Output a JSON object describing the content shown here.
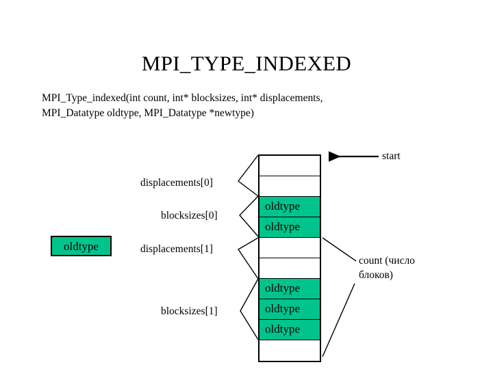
{
  "slide": {
    "title": "MPI_TYPE_INDEXED",
    "signature": [
      "MPI_Type_indexed(int count, int* blocksizes, int* displacements,",
      "MPI_Datatype oldtype, MPI_Datatype *newtype)"
    ]
  },
  "legend": {
    "oldtype_label": "oldtype"
  },
  "labels": {
    "displacements0": "displacements[0]",
    "blocksizes0": "blocksizes[0]",
    "displacements1": "displacements[1]",
    "blocksizes1": "blocksizes[1]",
    "start": "start",
    "count": "count (число блоков)"
  },
  "colors": {
    "oldtype_fill": "#00C48C",
    "outline": "#000000",
    "background": "#ffffff",
    "empty_fill": "#ffffff"
  },
  "diagram": {
    "type": "memory-layout-column",
    "cell_count": 10,
    "cells": [
      {
        "index": 0,
        "fill": "empty",
        "label": ""
      },
      {
        "index": 1,
        "fill": "empty",
        "label": ""
      },
      {
        "index": 2,
        "fill": "oldtype",
        "label": "oldtype"
      },
      {
        "index": 3,
        "fill": "oldtype",
        "label": "oldtype"
      },
      {
        "index": 4,
        "fill": "empty",
        "label": ""
      },
      {
        "index": 5,
        "fill": "empty",
        "label": ""
      },
      {
        "index": 6,
        "fill": "oldtype",
        "label": "oldtype"
      },
      {
        "index": 7,
        "fill": "oldtype",
        "label": "oldtype"
      },
      {
        "index": 8,
        "fill": "oldtype",
        "label": "oldtype"
      },
      {
        "index": 9,
        "fill": "empty",
        "label": ""
      }
    ],
    "annotations": {
      "displacements": [
        2,
        2
      ],
      "blocksizes": [
        2,
        3
      ],
      "count": 2
    }
  }
}
